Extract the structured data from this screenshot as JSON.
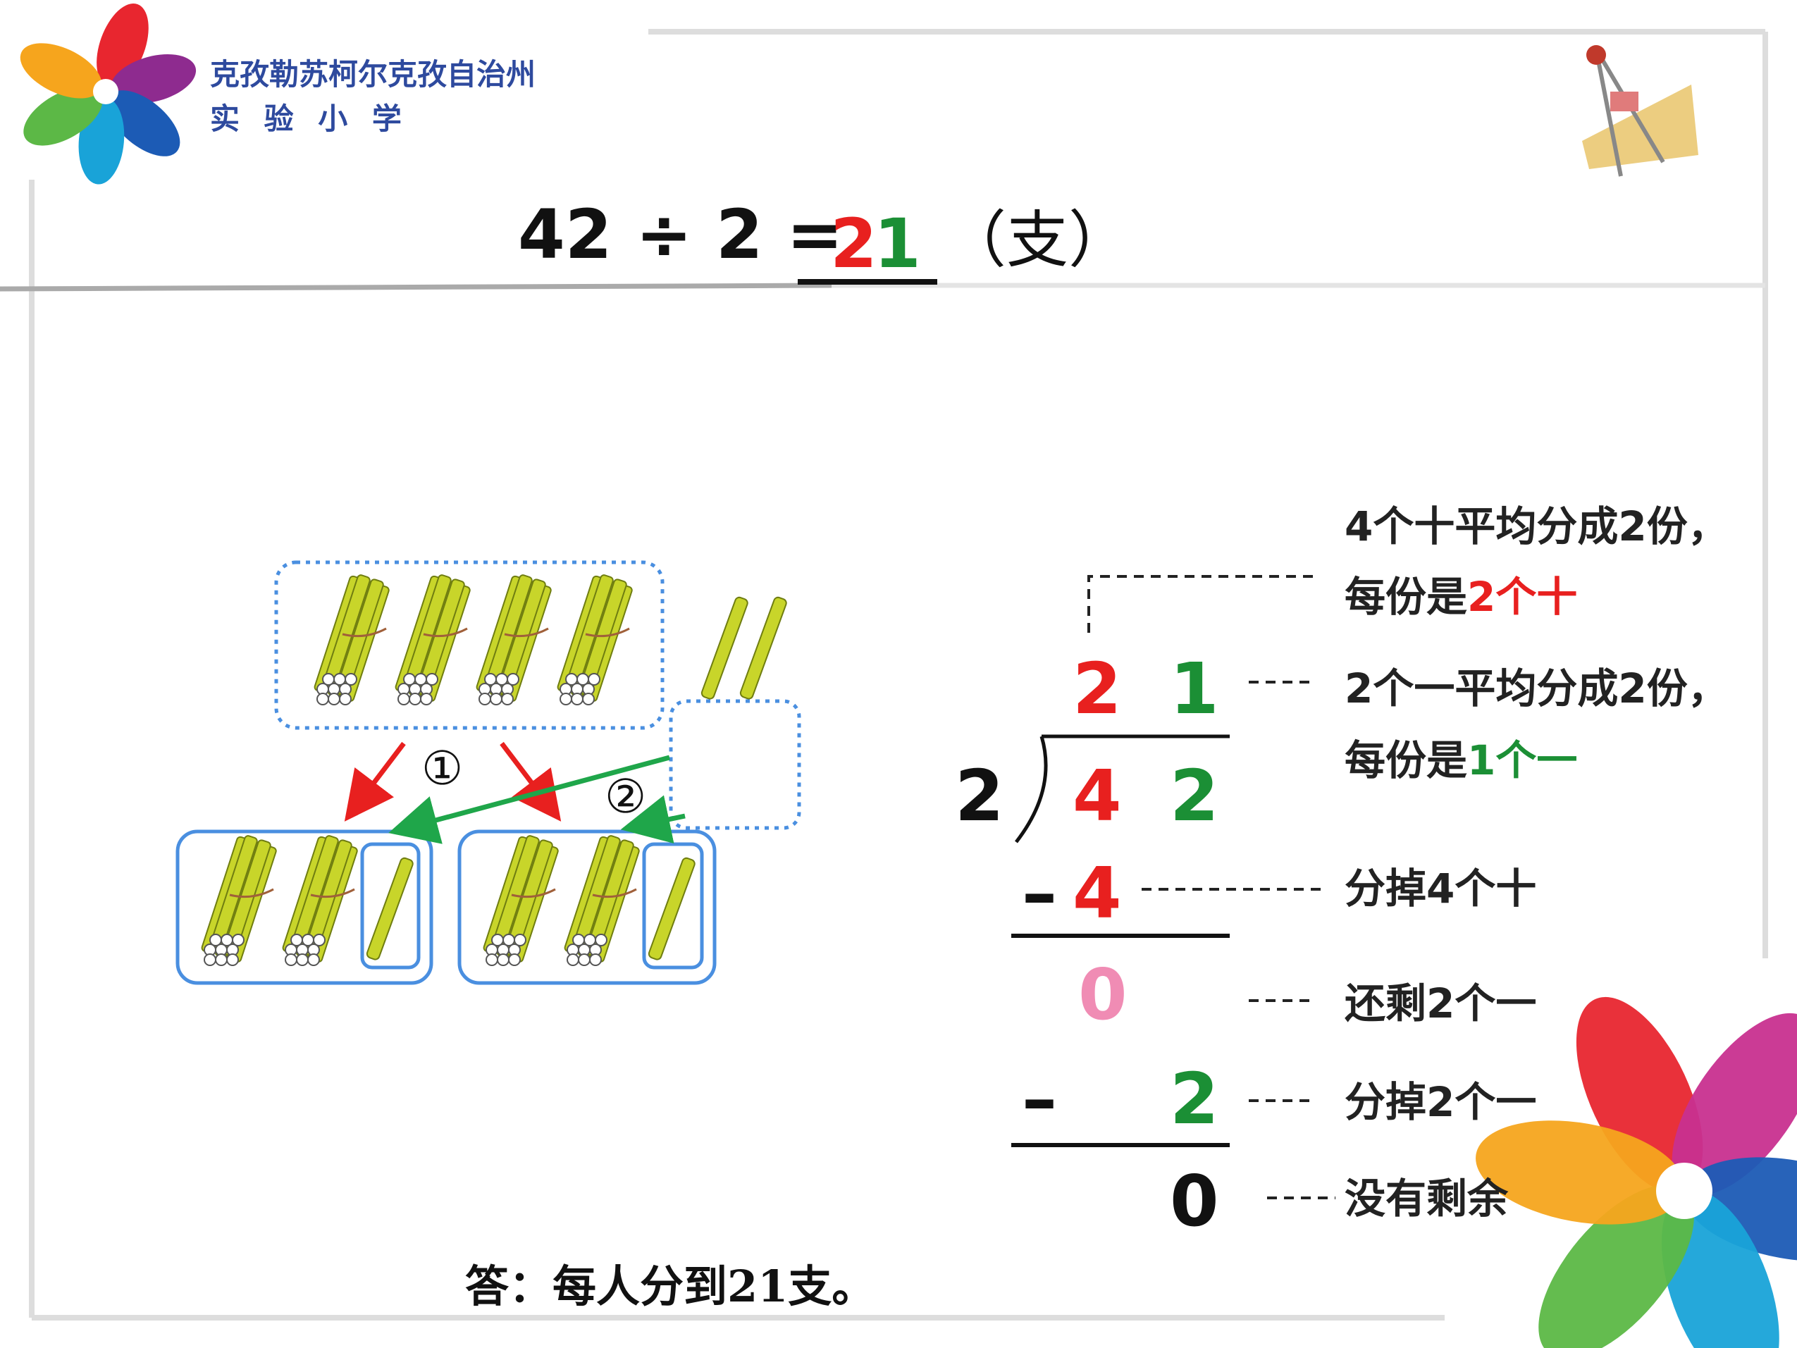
{
  "header": {
    "school_line1": "克孜勒苏柯尔克孜自治州",
    "school_line2": "实 验 小 学"
  },
  "equation": {
    "lhs": "42 ÷ 2 =",
    "answer_tens": "2",
    "answer_ones": "1",
    "unit": "（支）"
  },
  "diagram": {
    "step1": "①",
    "step2": "②"
  },
  "long_division": {
    "divisor": "2",
    "quotient_tens": "2",
    "quotient_ones": "1",
    "dividend_tens": "4",
    "dividend_ones": "2",
    "minus": "–",
    "subtract1": "4",
    "remainder1": "0",
    "subtract2": "2",
    "final": "0"
  },
  "explanations": {
    "e1_line1": "4个十平均分成2份，",
    "e1_line2_pre": "每份是",
    "e1_line2_hl": "2个十",
    "e2_line1": "2个一平均分成2份，",
    "e2_line2_pre": "每份是",
    "e2_line2_hl": "1个一",
    "e3_pre": "分掉",
    "e3_num": "4",
    "e3_post": "个十",
    "e4_pre": "还剩",
    "e4_num": "2",
    "e4_post": "个一",
    "e5_pre": "分掉",
    "e5_num": "2",
    "e5_post": "个一",
    "e6": "没有剩余"
  },
  "answer_text": "答：每人分到21支。",
  "colors": {
    "tens_red": "#e8201f",
    "ones_green": "#1b8f35",
    "remainder_pink": "#f08cb4",
    "school_blue": "#2e4a9e"
  }
}
